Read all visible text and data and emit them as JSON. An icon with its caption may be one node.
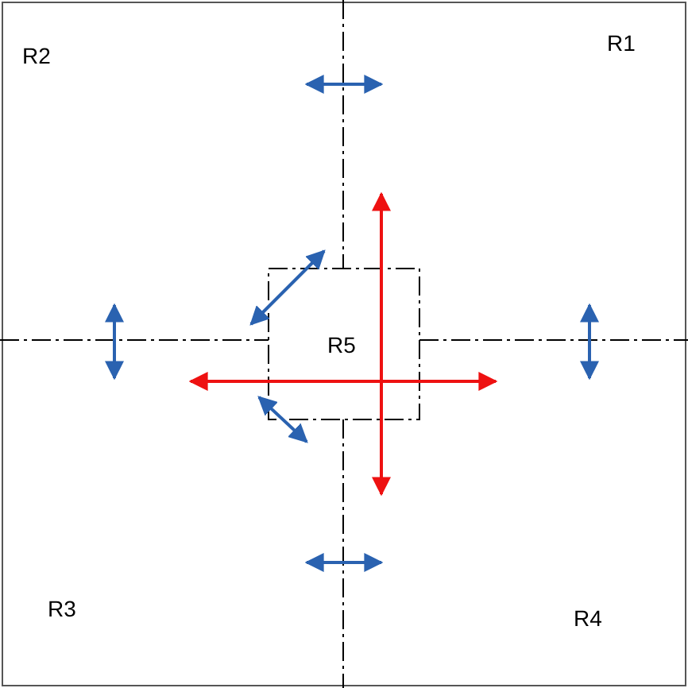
{
  "diagram": {
    "labels": [
      "R2",
      "R1",
      "R5",
      "R3",
      "R4"
    ]
  }
}
